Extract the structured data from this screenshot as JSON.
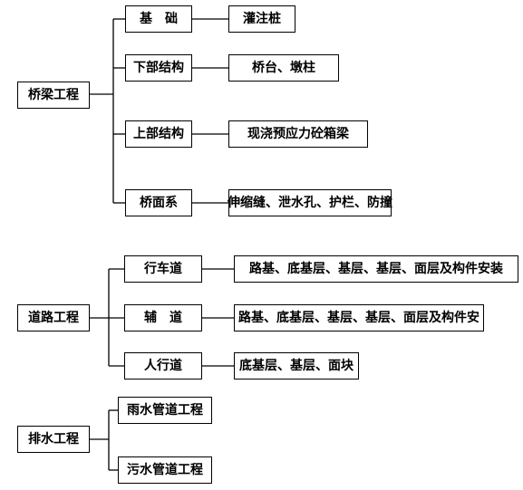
{
  "diagram": {
    "groups": [
      {
        "root": "桥梁工程",
        "children": [
          {
            "label": "基　础",
            "detail": "灌注桩"
          },
          {
            "label": "下部结构",
            "detail": "桥台、墩柱"
          },
          {
            "label": "上部结构",
            "detail": "现浇预应力砼箱梁"
          },
          {
            "label": "桥面系",
            "detail": "伸缩缝、泄水孔、护栏、防撞"
          }
        ]
      },
      {
        "root": "道路工程",
        "children": [
          {
            "label": "行车道",
            "detail": "路基、底基层、基层、基层、面层及构件安装"
          },
          {
            "label": "辅　道",
            "detail": "路基、底基层、基层、基层、面层及构件安"
          },
          {
            "label": "人行道",
            "detail": "底基层、基层、面块"
          }
        ]
      },
      {
        "root": "排水工程",
        "children": [
          {
            "label": "雨水管道工程"
          },
          {
            "label": "污水管道工程"
          }
        ]
      }
    ]
  }
}
